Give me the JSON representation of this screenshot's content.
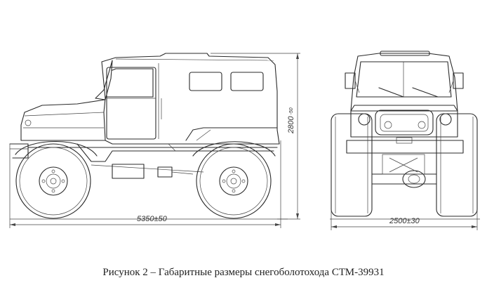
{
  "figure": {
    "caption": "Рисунок 2 – Габаритные размеры снегоболотохода СТМ-39931"
  },
  "dimensions": {
    "length": "5350±50",
    "height": "2800",
    "height_tolerance": "-50",
    "width": "2500±30"
  }
}
